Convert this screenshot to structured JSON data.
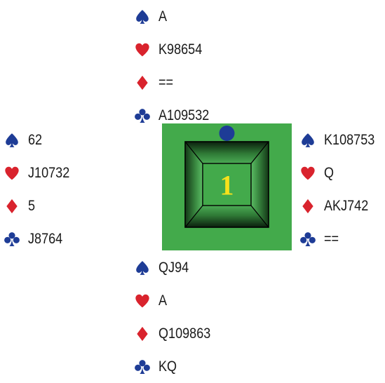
{
  "board": {
    "number": "1",
    "table_color": "#43aa4b",
    "dealer_marker_color": "#1e3c96",
    "number_color": "#f7e11b"
  },
  "suit_colors": {
    "spade": "#1e3c96",
    "heart": "#d9232d",
    "diamond": "#d9232d",
    "club": "#1e3c96"
  },
  "hands": {
    "north": {
      "spades": "A",
      "hearts": "K98654",
      "diamonds": "==",
      "clubs": "A109532"
    },
    "west": {
      "spades": "62",
      "hearts": "J10732",
      "diamonds": "5",
      "clubs": "J8764"
    },
    "east": {
      "spades": "K108753",
      "hearts": "Q",
      "diamonds": "AKJ742",
      "clubs": "=="
    },
    "south": {
      "spades": "QJ94",
      "hearts": "A",
      "diamonds": "Q109863",
      "clubs": "KQ"
    }
  }
}
